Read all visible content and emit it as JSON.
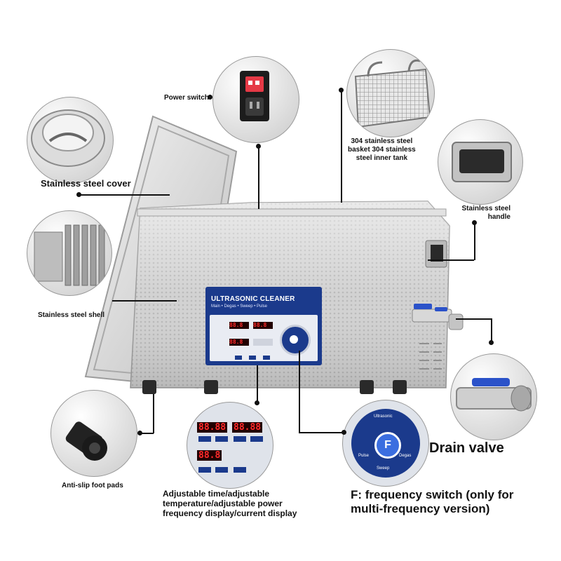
{
  "callouts": {
    "power_switch": "Power switch",
    "basket": [
      "304 stainless steel",
      "basket 304 stainless",
      "steel inner tank"
    ],
    "cover": "Stainless steel cover",
    "handle": [
      "Stainless steel",
      "handle"
    ],
    "shell": "Stainless steel shell",
    "foot_pads": "Anti-slip foot pads",
    "display": [
      "Adjustable time/adjustable",
      "temperature/adjustable power",
      "frequency display/current display"
    ],
    "drain_valve": "Drain valve",
    "frequency": [
      "F:  frequency switch (only for",
      "multi-frequency version)"
    ]
  },
  "device_panel": {
    "title": "ULTRASONIC CLEANER",
    "subtitle": "Main • Degas • Sweep • Pulse"
  },
  "control_closeup": {
    "readouts": [
      "88.88",
      "88.88",
      "88.8"
    ],
    "center_key": "F",
    "ring_labels": [
      "Ultrasonic",
      "Pulse",
      "Degas",
      "Sweep"
    ]
  },
  "colors": {
    "panel_blue": "#1b3a8c",
    "steel": "#c8c8c8",
    "led_red": "#ff2b2b",
    "callout_line": "#111111"
  },
  "icons": [
    "power-rocker-icon",
    "basket-icon",
    "handle-icon",
    "lid-icon",
    "shell-fins-icon",
    "foot-pad-icon",
    "drain-valve-icon",
    "frequency-dial-icon"
  ]
}
